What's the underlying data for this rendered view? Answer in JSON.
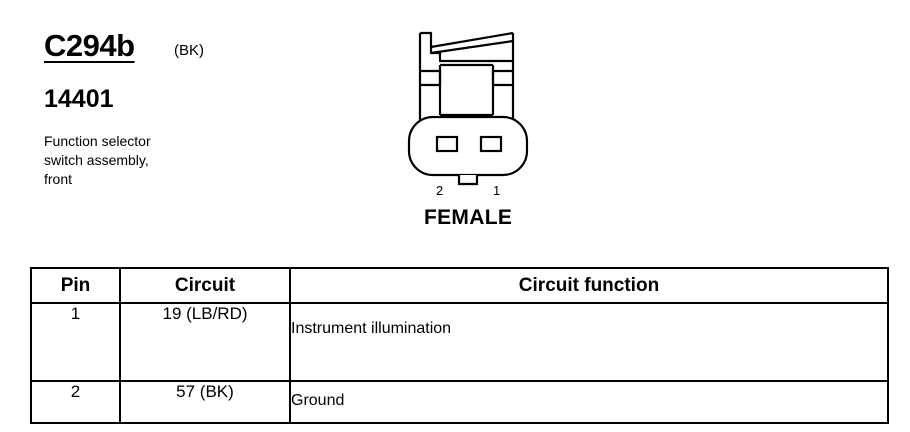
{
  "connector": {
    "id": "C294b",
    "color": "(BK)",
    "part_number": "14401",
    "description_lines": [
      "Function selector",
      "switch assembly,",
      "front"
    ],
    "pin_labels": [
      "2",
      "1"
    ],
    "gender": "FEMALE"
  },
  "table": {
    "headers": {
      "pin": "Pin",
      "circuit": "Circuit",
      "function": "Circuit function"
    },
    "rows": [
      {
        "pin": "1",
        "circuit": "19 (LB/RD)",
        "function": "Instrument illumination"
      },
      {
        "pin": "2",
        "circuit": "57 (BK)",
        "function": "Ground"
      }
    ]
  }
}
